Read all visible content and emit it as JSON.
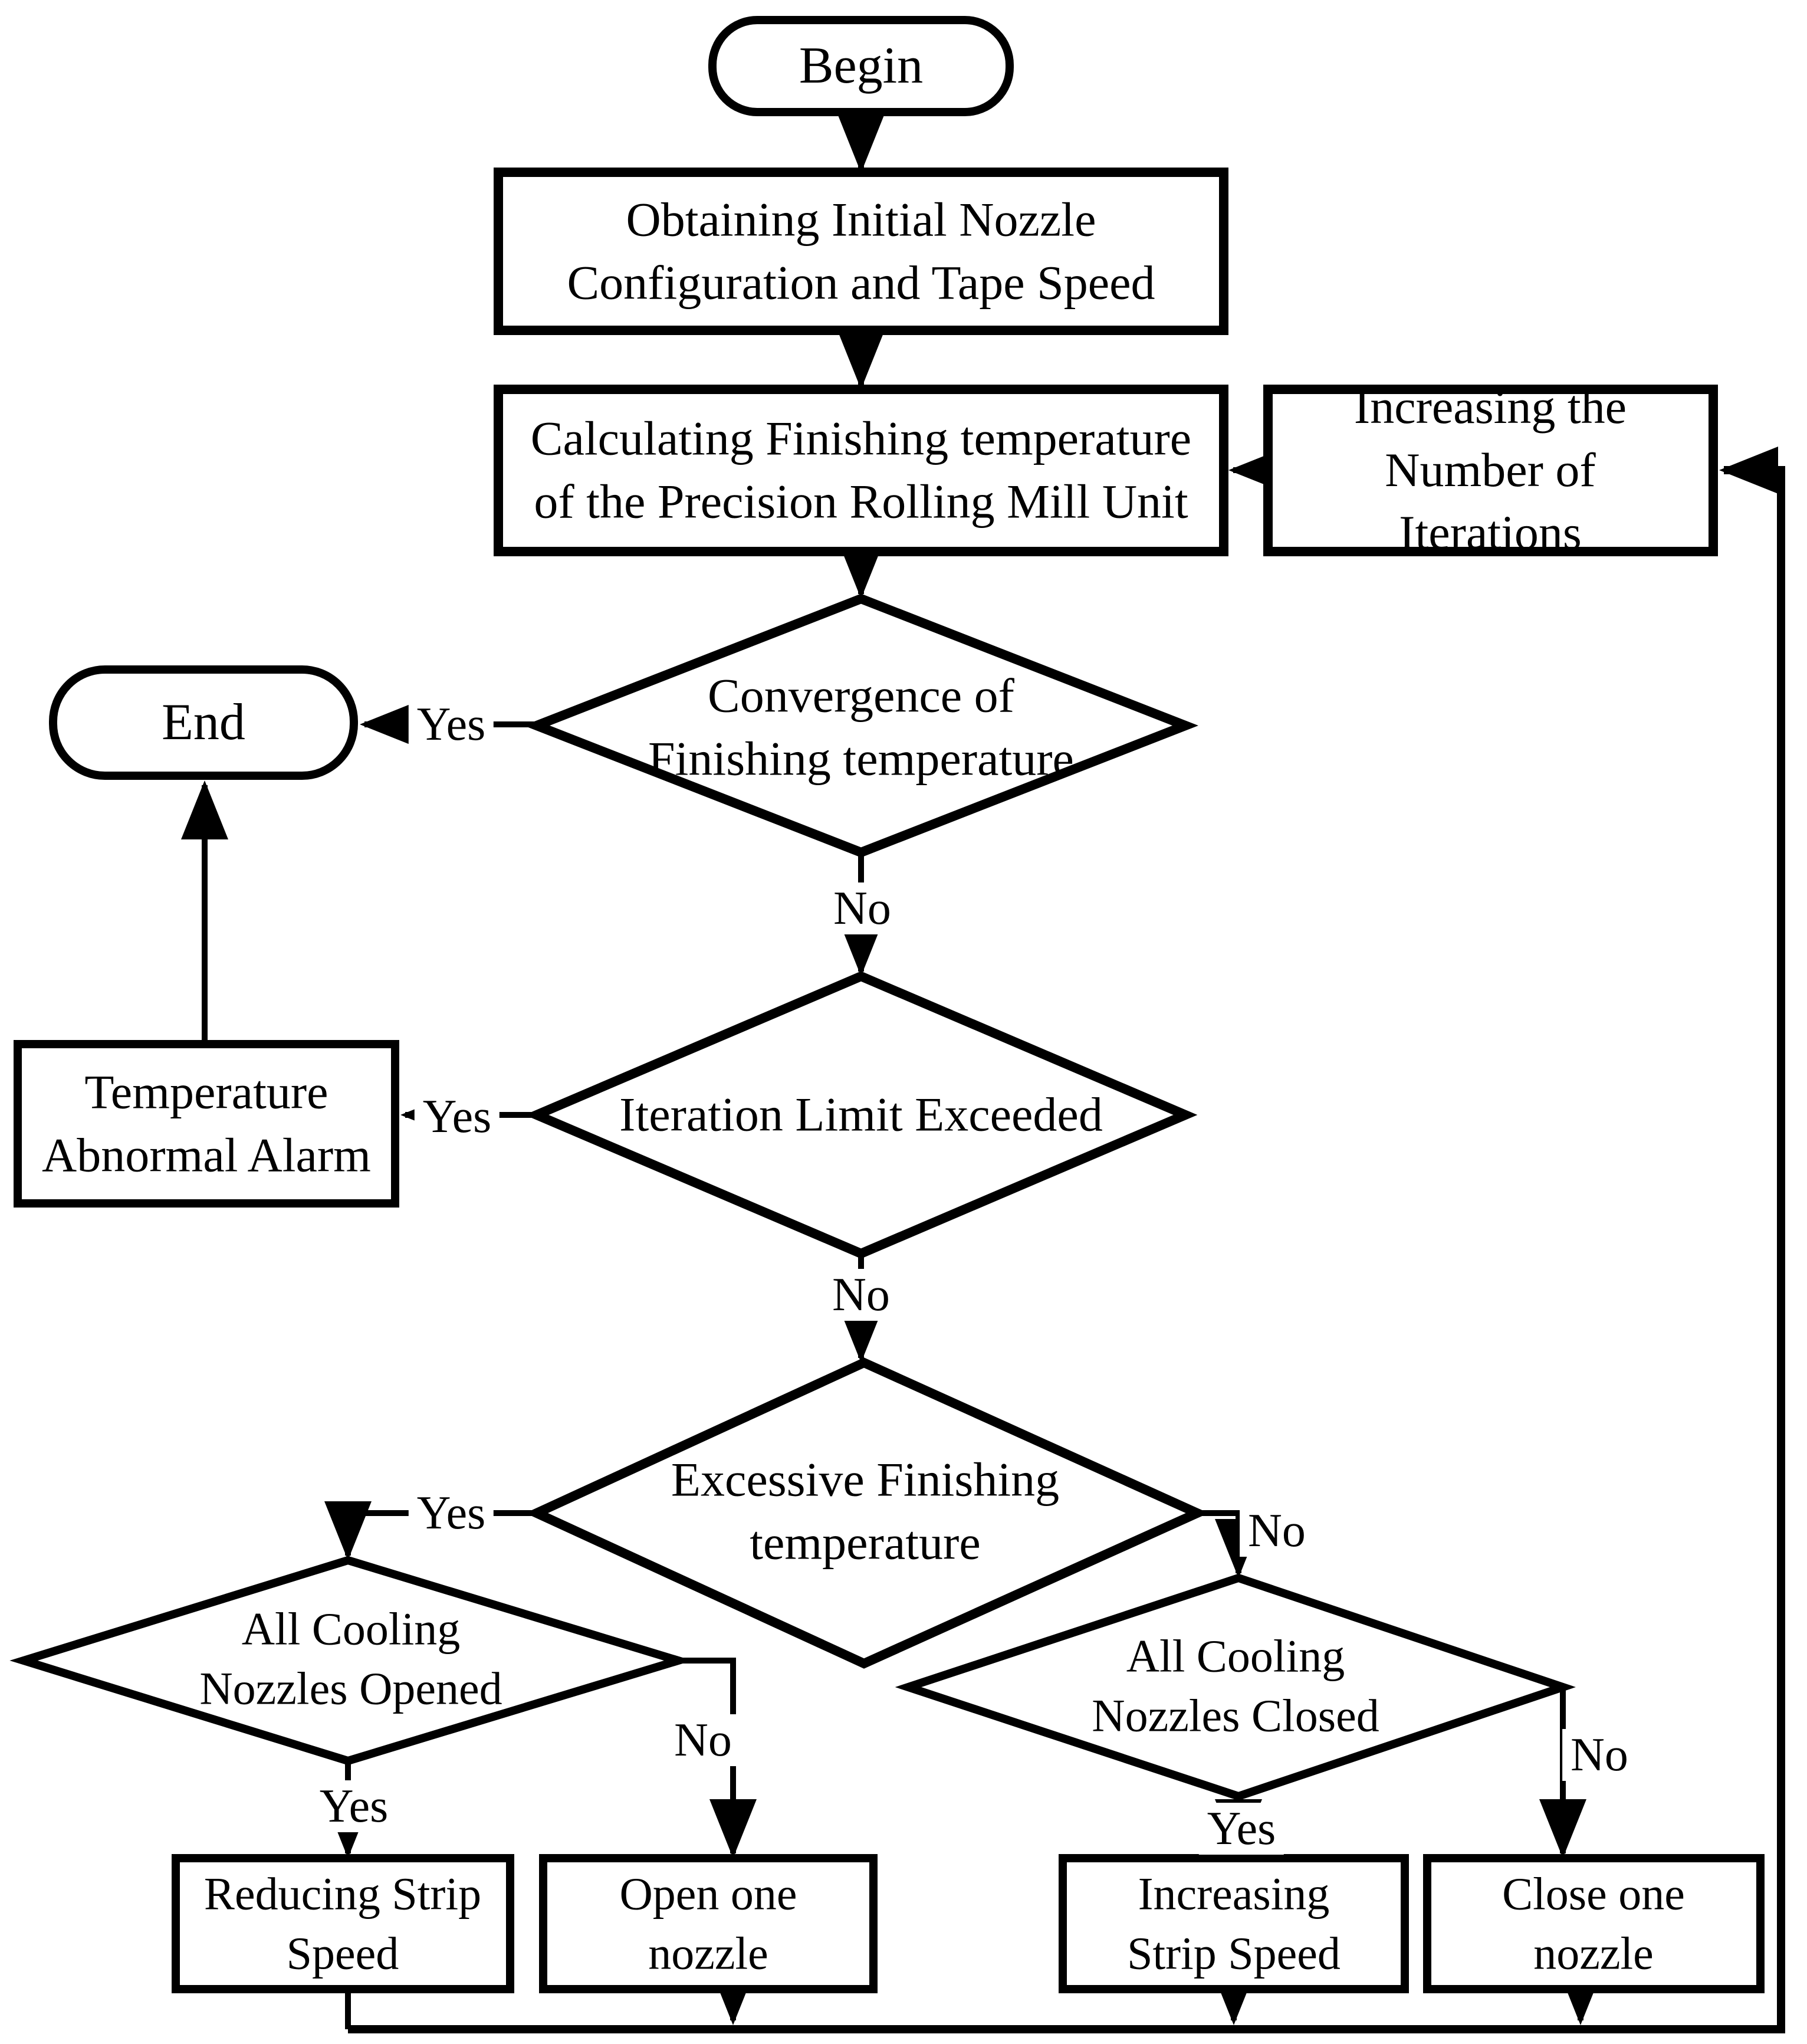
{
  "diagram": {
    "type": "flowchart",
    "background_color": "#ffffff",
    "line_color": "#000000",
    "nodes": [
      {
        "id": "begin",
        "type": "terminator",
        "label": "Begin"
      },
      {
        "id": "obtain",
        "type": "process",
        "label": "Obtaining Initial Nozzle\nConfiguration and Tape Speed"
      },
      {
        "id": "calculate",
        "type": "process",
        "label": "Calculating Finishing temperature\nof the Precision Rolling Mill Unit"
      },
      {
        "id": "increase_iter",
        "type": "process",
        "label": "Increasing the\nNumber of Iterations"
      },
      {
        "id": "convergence",
        "type": "decision",
        "label": "Convergence of\nFinishing temperature"
      },
      {
        "id": "end",
        "type": "terminator",
        "label": "End"
      },
      {
        "id": "iteration_limit",
        "type": "decision",
        "label": "Iteration Limit Exceeded"
      },
      {
        "id": "temp_alarm",
        "type": "process",
        "label": "Temperature\nAbnormal Alarm"
      },
      {
        "id": "excessive_temp",
        "type": "decision",
        "label": "Excessive Finishing\ntemperature"
      },
      {
        "id": "nozzles_opened",
        "type": "decision",
        "label": "All Cooling\nNozzles Opened"
      },
      {
        "id": "nozzles_closed",
        "type": "decision",
        "label": "All Cooling\nNozzles Closed"
      },
      {
        "id": "reduce_speed",
        "type": "process",
        "label": "Reducing Strip\nSpeed"
      },
      {
        "id": "open_nozzle",
        "type": "process",
        "label": "Open one\nnozzle"
      },
      {
        "id": "increase_speed",
        "type": "process",
        "label": "Increasing\nStrip Speed"
      },
      {
        "id": "close_nozzle",
        "type": "process",
        "label": "Close one\nnozzle"
      }
    ],
    "edges": [
      {
        "from": "begin",
        "to": "obtain",
        "label": ""
      },
      {
        "from": "obtain",
        "to": "calculate",
        "label": ""
      },
      {
        "from": "calculate",
        "to": "convergence",
        "label": ""
      },
      {
        "from": "convergence",
        "to": "end",
        "label": "Yes"
      },
      {
        "from": "convergence",
        "to": "iteration_limit",
        "label": "No"
      },
      {
        "from": "iteration_limit",
        "to": "temp_alarm",
        "label": "Yes"
      },
      {
        "from": "temp_alarm",
        "to": "end",
        "label": ""
      },
      {
        "from": "iteration_limit",
        "to": "excessive_temp",
        "label": "No"
      },
      {
        "from": "excessive_temp",
        "to": "nozzles_opened",
        "label": "Yes"
      },
      {
        "from": "excessive_temp",
        "to": "nozzles_closed",
        "label": "No"
      },
      {
        "from": "nozzles_opened",
        "to": "reduce_speed",
        "label": "Yes"
      },
      {
        "from": "nozzles_opened",
        "to": "open_nozzle",
        "label": "No"
      },
      {
        "from": "nozzles_closed",
        "to": "increase_speed",
        "label": "Yes"
      },
      {
        "from": "nozzles_closed",
        "to": "close_nozzle",
        "label": "No"
      },
      {
        "from": "reduce_speed",
        "to": "feedback_loop",
        "label": ""
      },
      {
        "from": "open_nozzle",
        "to": "feedback_loop",
        "label": ""
      },
      {
        "from": "increase_speed",
        "to": "feedback_loop",
        "label": ""
      },
      {
        "from": "close_nozzle",
        "to": "feedback_loop",
        "label": ""
      },
      {
        "from": "feedback_loop",
        "to": "increase_iter",
        "label": ""
      },
      {
        "from": "increase_iter",
        "to": "calculate",
        "label": ""
      }
    ]
  }
}
